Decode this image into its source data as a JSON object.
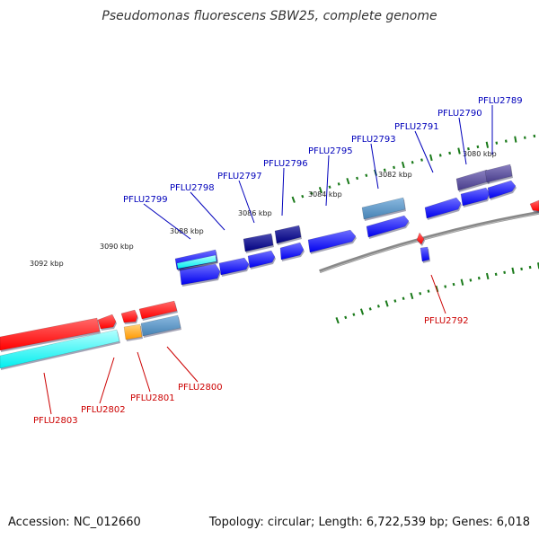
{
  "title": "Pseudomonas fluorescens SBW25, complete genome",
  "footer": {
    "accession": "Accession: NC_012660",
    "summary": "Topology: circular; Length: 6,722,539 bp; Genes: 6,018"
  },
  "colors": {
    "backbone": "#888888",
    "tick": "#1a7a1a",
    "forward_label": "#0000bb",
    "reverse_label": "#cc0000",
    "forward_gene": "#0000ee",
    "reverse_gene": "#ff0000",
    "cyan": "#00eeee",
    "orange": "#ff9900",
    "steel": "#4682b4",
    "navy": "#000080",
    "slate": "#483d8b"
  },
  "scale_labels": [
    "3080 kbp",
    "3082 kbp",
    "3084 kbp",
    "3086 kbp",
    "3088 kbp",
    "3090 kbp",
    "3092 kbp"
  ],
  "forward_genes": [
    "PFLU2789",
    "PFLU2790",
    "PFLU2791",
    "PFLU2793",
    "PFLU2795",
    "PFLU2796",
    "PFLU2797",
    "PFLU2798",
    "PFLU2799"
  ],
  "reverse_genes": [
    "PFLU2792",
    "PFLU2800",
    "PFLU2801",
    "PFLU2802",
    "PFLU2803"
  ]
}
